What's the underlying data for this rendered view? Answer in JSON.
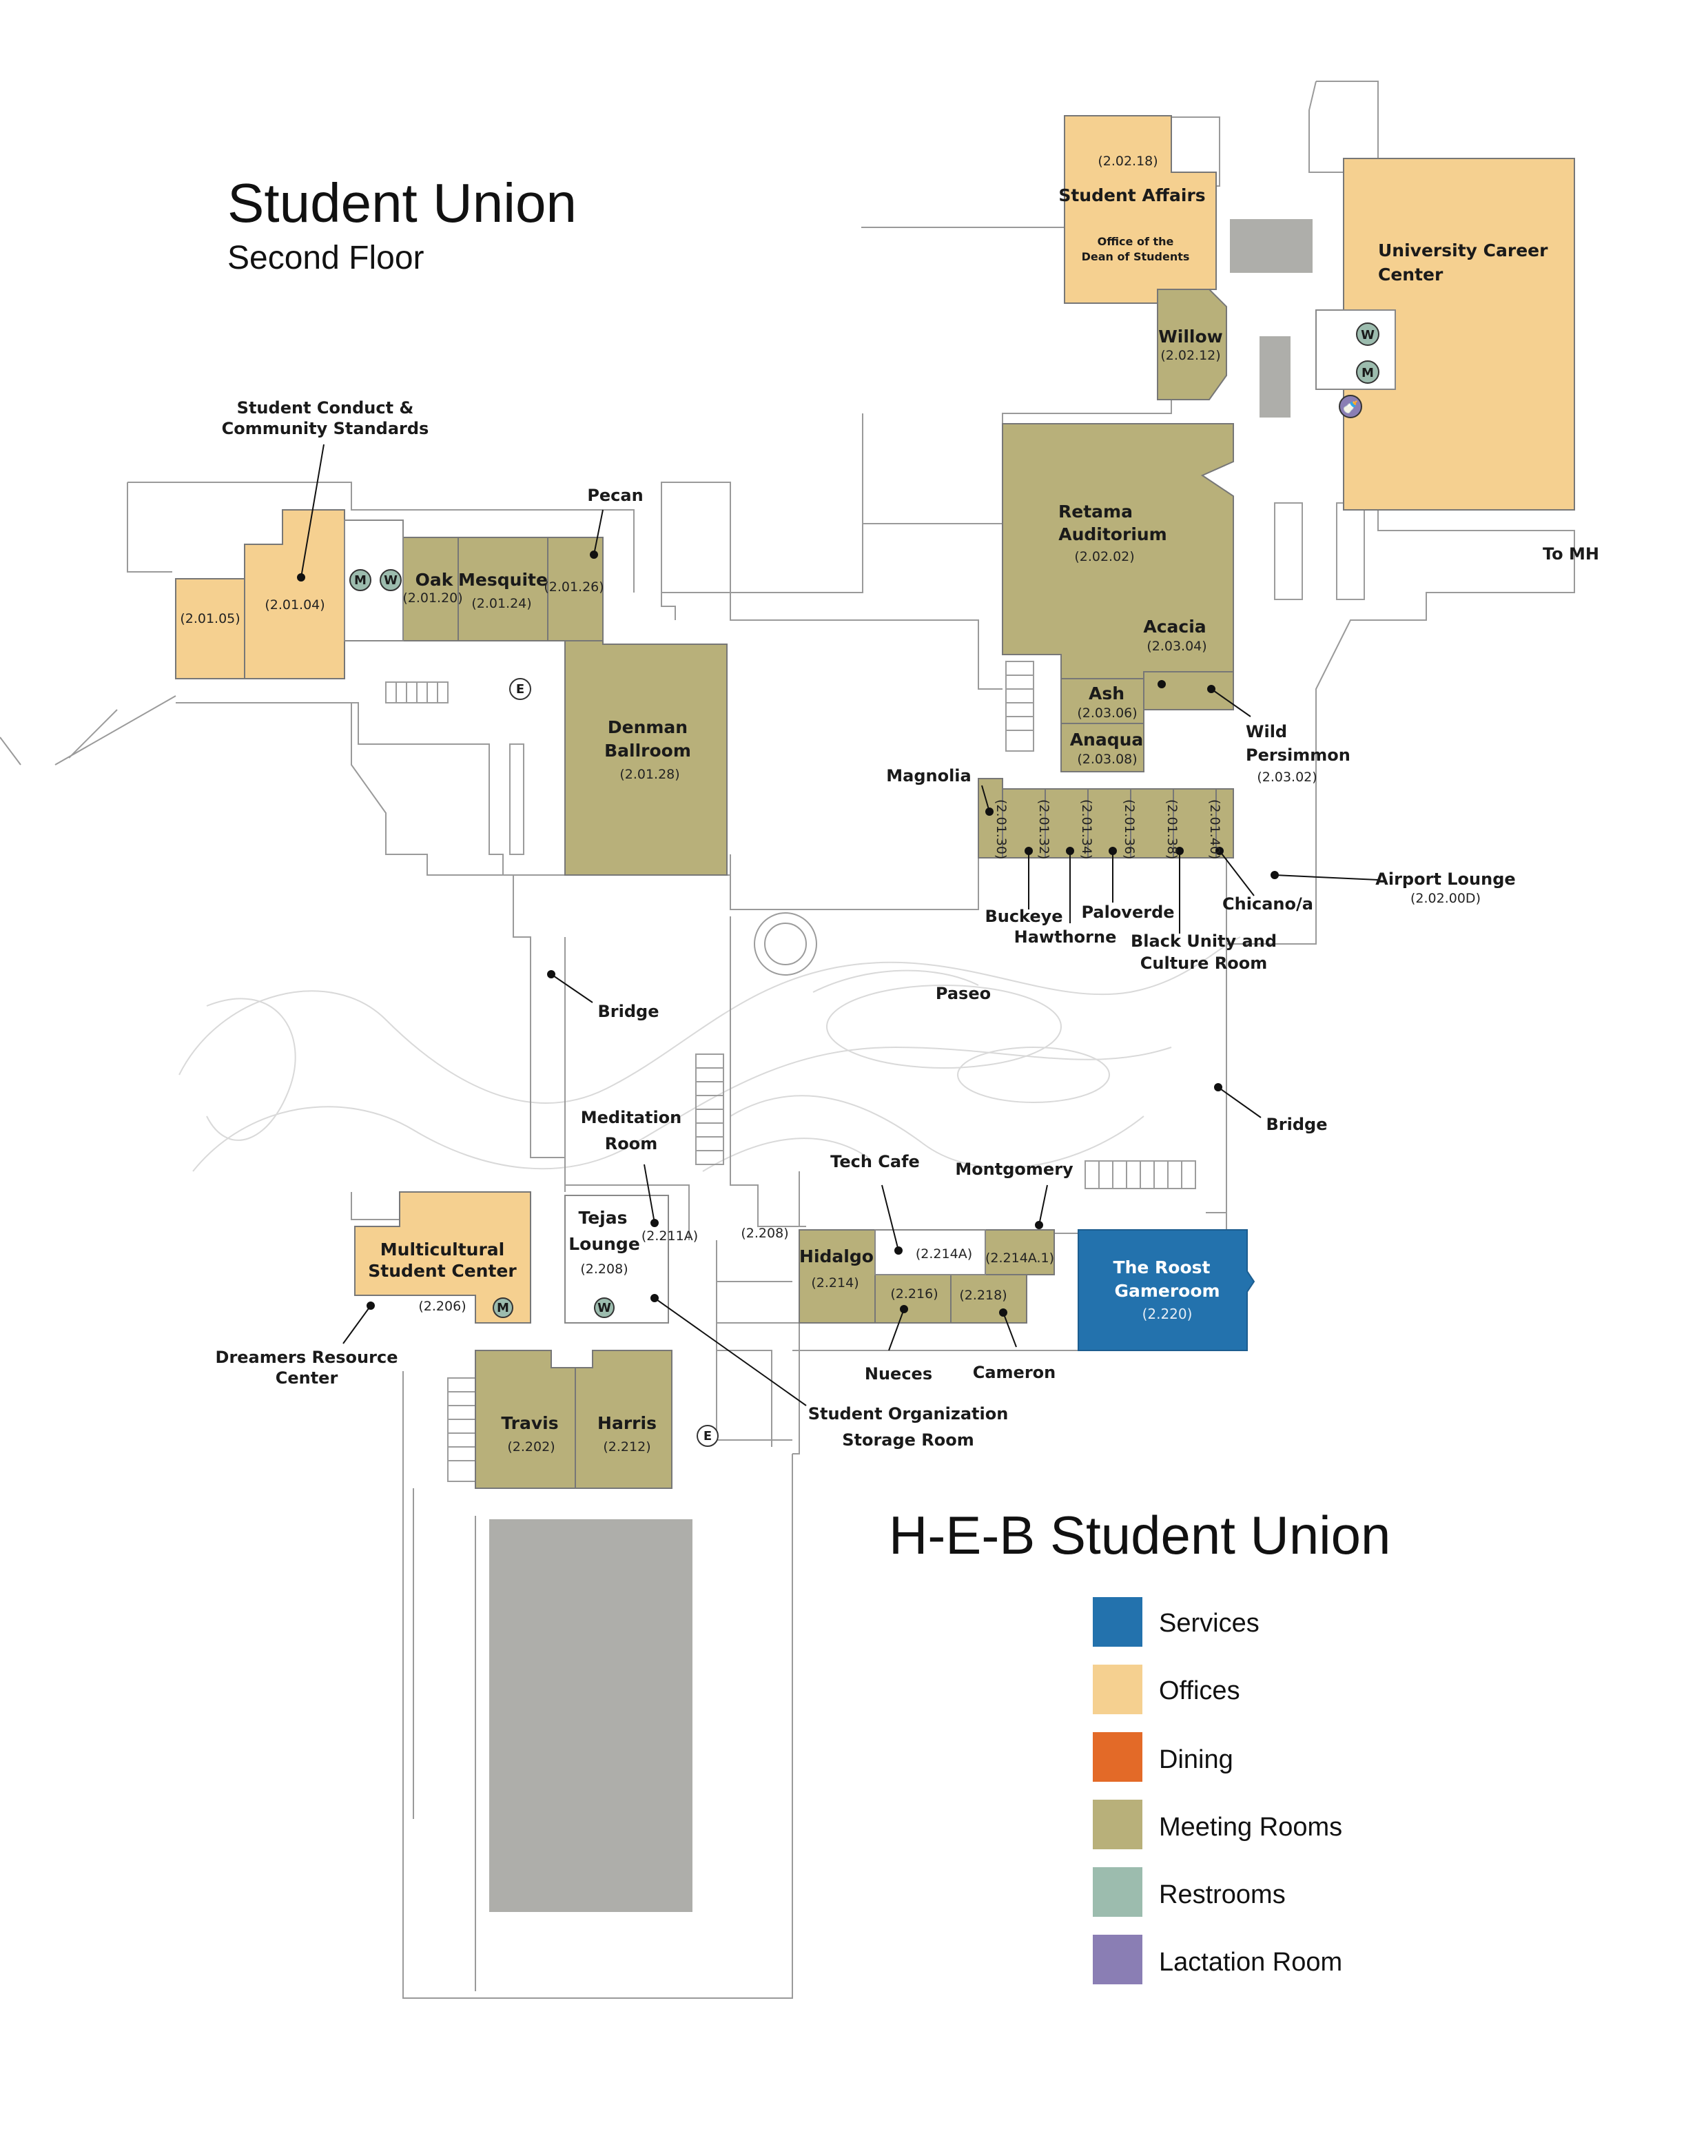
{
  "title": "Student Union",
  "subtitle": "Second Floor",
  "building_title": "H-E-B Student Union",
  "colors": {
    "services": "#2372ad",
    "offices": "#f5d090",
    "dining": "#e36a28",
    "meeting_rooms": "#b8b07a",
    "restrooms": "#9cbcae",
    "lactation_room": "#8a7eb4",
    "storage": "#aeaeaa"
  },
  "legend": [
    {
      "label": "Services",
      "color": "#2372ad"
    },
    {
      "label": "Offices",
      "color": "#f5d090"
    },
    {
      "label": "Dining",
      "color": "#e36a28"
    },
    {
      "label": "Meeting Rooms",
      "color": "#b8b07a"
    },
    {
      "label": "Restrooms",
      "color": "#9cbcae"
    },
    {
      "label": "Lactation Room",
      "color": "#8a7eb4"
    }
  ],
  "rooms": {
    "student_affairs": {
      "num": "(2.02.18)",
      "name": "Student Affairs",
      "sub1": "Office of the",
      "sub2": "Dean of Students"
    },
    "willow": {
      "name": "Willow",
      "num": "(2.02.12)"
    },
    "career_center": {
      "name1": "University Career",
      "name2": "Center"
    },
    "retama": {
      "name1": "Retama",
      "name2": "Auditorium",
      "num": "(2.02.02)"
    },
    "acacia": {
      "name": "Acacia",
      "num": "(2.03.04)"
    },
    "ash": {
      "name": "Ash",
      "num": "(2.03.06)"
    },
    "anaqua": {
      "name": "Anaqua",
      "num": "(2.03.08)"
    },
    "oak": {
      "name": "Oak",
      "num": "(2.01.20)"
    },
    "mesquite": {
      "name": "Mesquite",
      "num": "(2.01.24)"
    },
    "pecan_num": "(2.01.26)",
    "room_20105": "(2.01.05)",
    "room_20104": "(2.01.04)",
    "denman": {
      "name1": "Denman",
      "name2": "Ballroom",
      "num": "(2.01.28)"
    },
    "strip_nums": [
      "(2.01.30)",
      "(2.01.32)",
      "(2.01.34)",
      "(2.01.36)",
      "(2.01.38)",
      "(2.01.40)"
    ],
    "multicultural": {
      "name1": "Multicultural",
      "name2": "Student Center",
      "num": "(2.206)"
    },
    "tejas": {
      "name1": "Tejas",
      "name2": "Lounge",
      "num": "(2.208)"
    },
    "room_2211a": "(2.211A)",
    "room_2208": "(2.208)",
    "hidalgo": {
      "name": "Hidalgo",
      "num": "(2.214)"
    },
    "room_2214a": "(2.214A)",
    "room_2214a1": "(2.214A.1)",
    "room_2216": "(2.216)",
    "room_2218": "(2.218)",
    "roost": {
      "name1": "The Roost",
      "name2": "Gameroom",
      "num": "(2.220)"
    },
    "travis": {
      "name": "Travis",
      "num": "(2.202)"
    },
    "harris": {
      "name": "Harris",
      "num": "(2.212)"
    }
  },
  "callouts": {
    "conduct1": "Student Conduct &",
    "conduct2": "Community Standards",
    "pecan": "Pecan",
    "magnolia": "Magnolia",
    "wild1": "Wild",
    "wild2": "Persimmon",
    "wild_num": "(2.03.02)",
    "to_mh": "To MH",
    "airport": "Airport Lounge",
    "airport_num": "(2.02.00D)",
    "buckeye": "Buckeye",
    "hawthorne": "Hawthorne",
    "paloverde": "Paloverde",
    "chicano": "Chicano/a",
    "black1": "Black Unity and",
    "black2": "Culture Room",
    "paseo": "Paseo",
    "bridge_left": "Bridge",
    "bridge_right": "Bridge",
    "meditation1": "Meditation",
    "meditation2": "Room",
    "tech_cafe": "Tech Cafe",
    "montgomery": "Montgomery",
    "nueces": "Nueces",
    "cameron": "Cameron",
    "dreamers1": "Dreamers Resource",
    "dreamers2": "Center",
    "storage1": "Student Organization",
    "storage2": "Storage Room"
  },
  "markers": {
    "men": "M",
    "women": "W",
    "elevator": "E"
  }
}
